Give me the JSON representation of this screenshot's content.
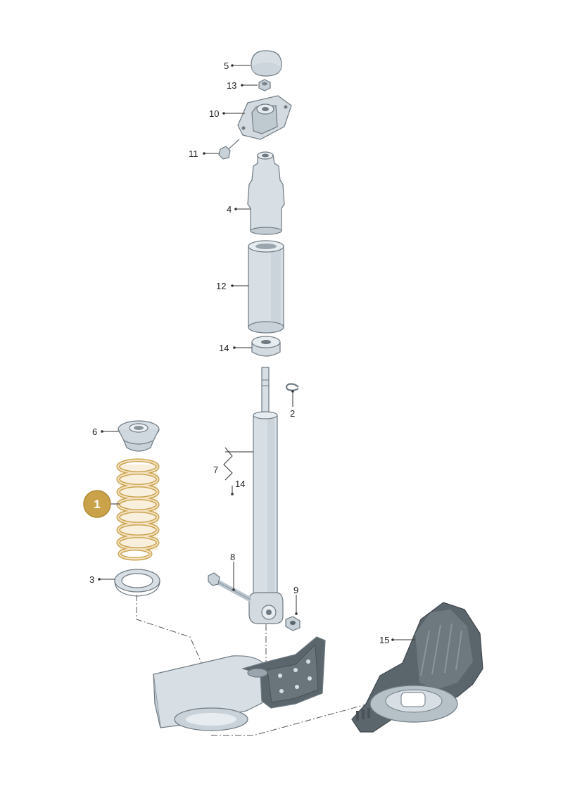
{
  "colors": {
    "part_fill": "#d7dfe5",
    "part_shade": "#b9c4cc",
    "part_stroke": "#6f7a82",
    "highlight_fill": "#f3e1bf",
    "highlight_stroke": "#c8a04a",
    "badge_fill": "#c9a24a",
    "badge_text": "#ffffff",
    "dark_part": "#5b656c"
  },
  "highlight": {
    "badge": "1"
  },
  "callouts": {
    "c5": "5",
    "c13": "13",
    "c10": "10",
    "c11": "11",
    "c4": "4",
    "c12": "12",
    "c14a": "14",
    "c2": "2",
    "c6": "6",
    "c7": "7",
    "c14b": "14",
    "c8": "8",
    "c9": "9",
    "c3": "3",
    "c15": "15"
  }
}
